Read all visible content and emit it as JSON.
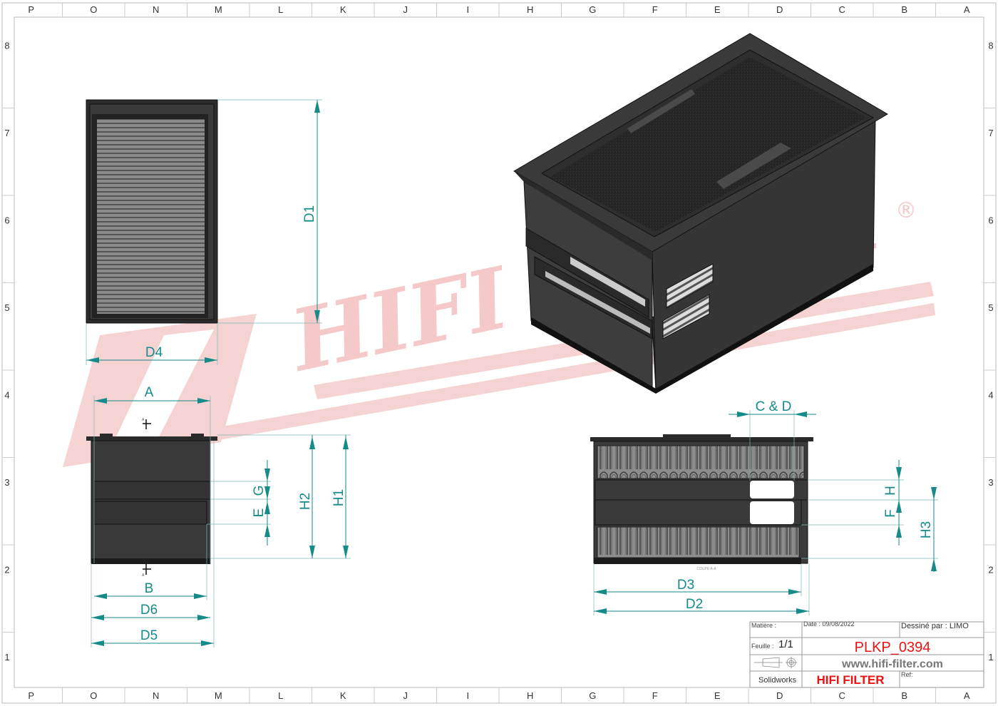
{
  "frame": {
    "columns": [
      "P",
      "O",
      "N",
      "M",
      "L",
      "K",
      "J",
      "I",
      "H",
      "G",
      "F",
      "E",
      "D",
      "C",
      "B",
      "A"
    ],
    "rows": [
      "8",
      "7",
      "6",
      "5",
      "4",
      "3",
      "2",
      "1"
    ]
  },
  "watermark": {
    "text": "HIFI FILTER",
    "registered": "®",
    "color": "#f4c4c4"
  },
  "dimensions": {
    "d1": "D1",
    "d4": "D4",
    "a": "A",
    "b": "B",
    "d6": "D6",
    "d5": "D5",
    "h2": "H2",
    "h1": "H1",
    "g": "G",
    "e": "E",
    "c_and_d": "C & D",
    "d3": "D3",
    "d2": "D2",
    "h": "H",
    "f": "F",
    "h3": "H3"
  },
  "section": {
    "marker": "A",
    "label": "COUPE A-A"
  },
  "title_block": {
    "material_label": "Matière :",
    "date": "Date : 09/08/2022",
    "drawn_by": "Dessiné par : LIMO",
    "sheet_label": "Feuille :",
    "sheet_value": "1/1",
    "part_number": "PLKP_0394",
    "website": "www.hifi-filter.com",
    "software": "Solidworks",
    "brand": "HIFI FILTER",
    "ref_label": "Ref:"
  },
  "colors": {
    "dimension": "#178a8a",
    "part": "#3a3a3a",
    "brand_red": "#ee1111"
  }
}
